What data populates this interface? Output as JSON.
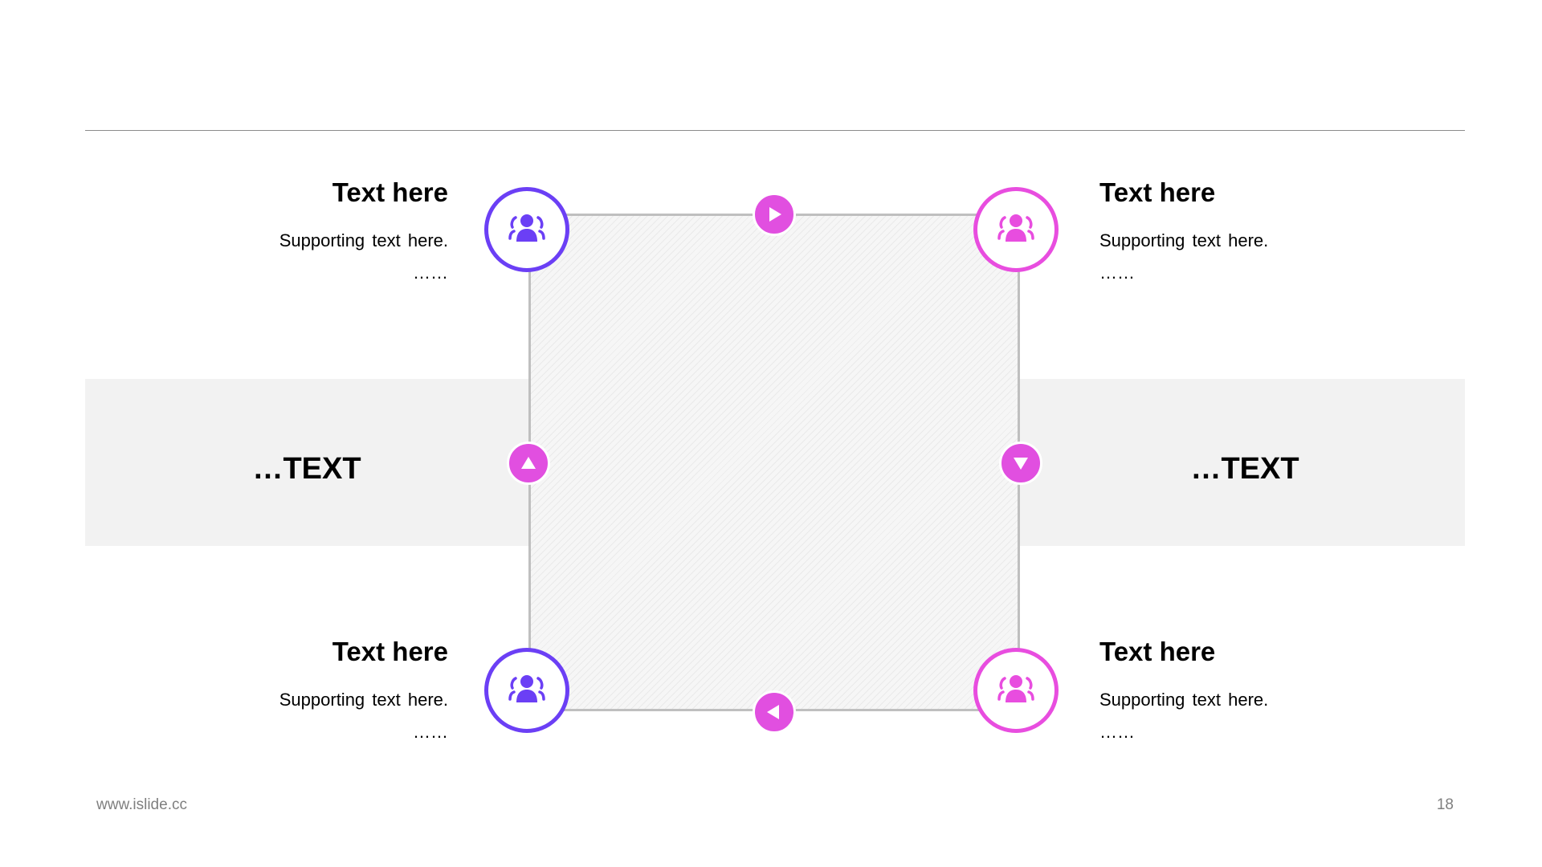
{
  "colors": {
    "purple": "#6b3ff5",
    "pink": "#e84ddf",
    "arrow": "#e14fe0",
    "band": "#f2f2f2",
    "box_border": "#bfbfbf"
  },
  "blocks": {
    "top_left": {
      "title": "Text here",
      "support": "Supporting text here.",
      "dots": "……",
      "icon": "users-icon",
      "color": "purple"
    },
    "top_right": {
      "title": "Text here",
      "support": "Supporting text here.",
      "dots": "……",
      "icon": "users-icon",
      "color": "pink"
    },
    "bottom_left": {
      "title": "Text here",
      "support": "Supporting text here.",
      "dots": "……",
      "icon": "users-icon",
      "color": "purple"
    },
    "bottom_right": {
      "title": "Text here",
      "support": "Supporting text here.",
      "dots": "……",
      "icon": "users-icon",
      "color": "pink"
    }
  },
  "band": {
    "left_text": "…TEXT",
    "right_text": "…TEXT"
  },
  "arrows": {
    "top": "play-right-icon",
    "right": "triangle-down-icon",
    "bottom": "play-left-icon",
    "left": "triangle-up-icon"
  },
  "footer": {
    "url": "www.islide.cc",
    "page": "18"
  }
}
